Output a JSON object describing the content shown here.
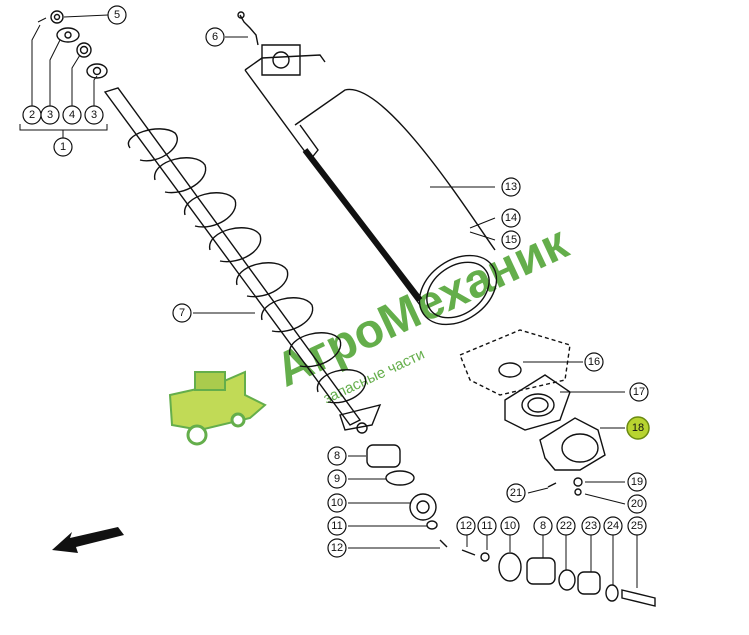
{
  "callouts": {
    "c1": "1",
    "c2": "2",
    "c3a": "3",
    "c4": "4",
    "c3b": "3",
    "c5": "5",
    "c6": "6",
    "c7": "7",
    "c8a": "8",
    "c9": "9",
    "c10a": "10",
    "c11a": "11",
    "c12a": "12",
    "c13": "13",
    "c14": "14",
    "c15": "15",
    "c16": "16",
    "c17": "17",
    "c18": "18",
    "c19": "19",
    "c20": "20",
    "c21": "21",
    "c12b": "12",
    "c11b": "11",
    "c10b": "10",
    "c8b": "8",
    "c22": "22",
    "c23": "23",
    "c24": "24",
    "c25": "25"
  },
  "highlight_color": "#b8d430",
  "watermark": {
    "brand": "АгроМеханик",
    "tagline": "запасные части",
    "color": "#4aa02c"
  },
  "icons": [
    "combine-harvester-icon",
    "direction-arrow-icon"
  ]
}
